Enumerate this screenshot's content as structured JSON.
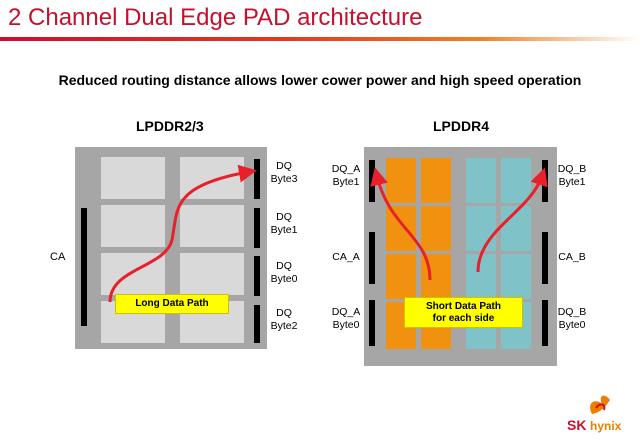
{
  "title": "2 Channel Dual Edge PAD architecture",
  "subtitle": "Reduced routing distance allows lower cower power and high speed operation",
  "left": {
    "title": "LPDDR2/3",
    "ca_label": "CA",
    "right_labels": [
      "DQ\nByte3",
      "DQ\nByte1",
      "DQ\nByte0",
      "DQ\nByte2"
    ],
    "callout": "Long Data Path"
  },
  "right": {
    "title": "LPDDR4",
    "left_labels": [
      "DQ_A\nByte1",
      "CA_A",
      "DQ_A\nByte0"
    ],
    "right_labels": [
      "DQ_B\nByte1",
      "CA_B",
      "DQ_B\nByte0"
    ],
    "callout": "Short Data Path\nfor each side"
  },
  "logo": {
    "sk": "SK",
    "hynix": "hynix"
  },
  "colors": {
    "title_red": "#c8102e",
    "chip_gray": "#a6a6a6",
    "bank_gray": "#d9d9d9",
    "bank_orange": "#f0920f",
    "bank_cyan": "#7fc3c9",
    "arrow_red": "#e8202a",
    "callout_yellow": "#ffff00"
  }
}
